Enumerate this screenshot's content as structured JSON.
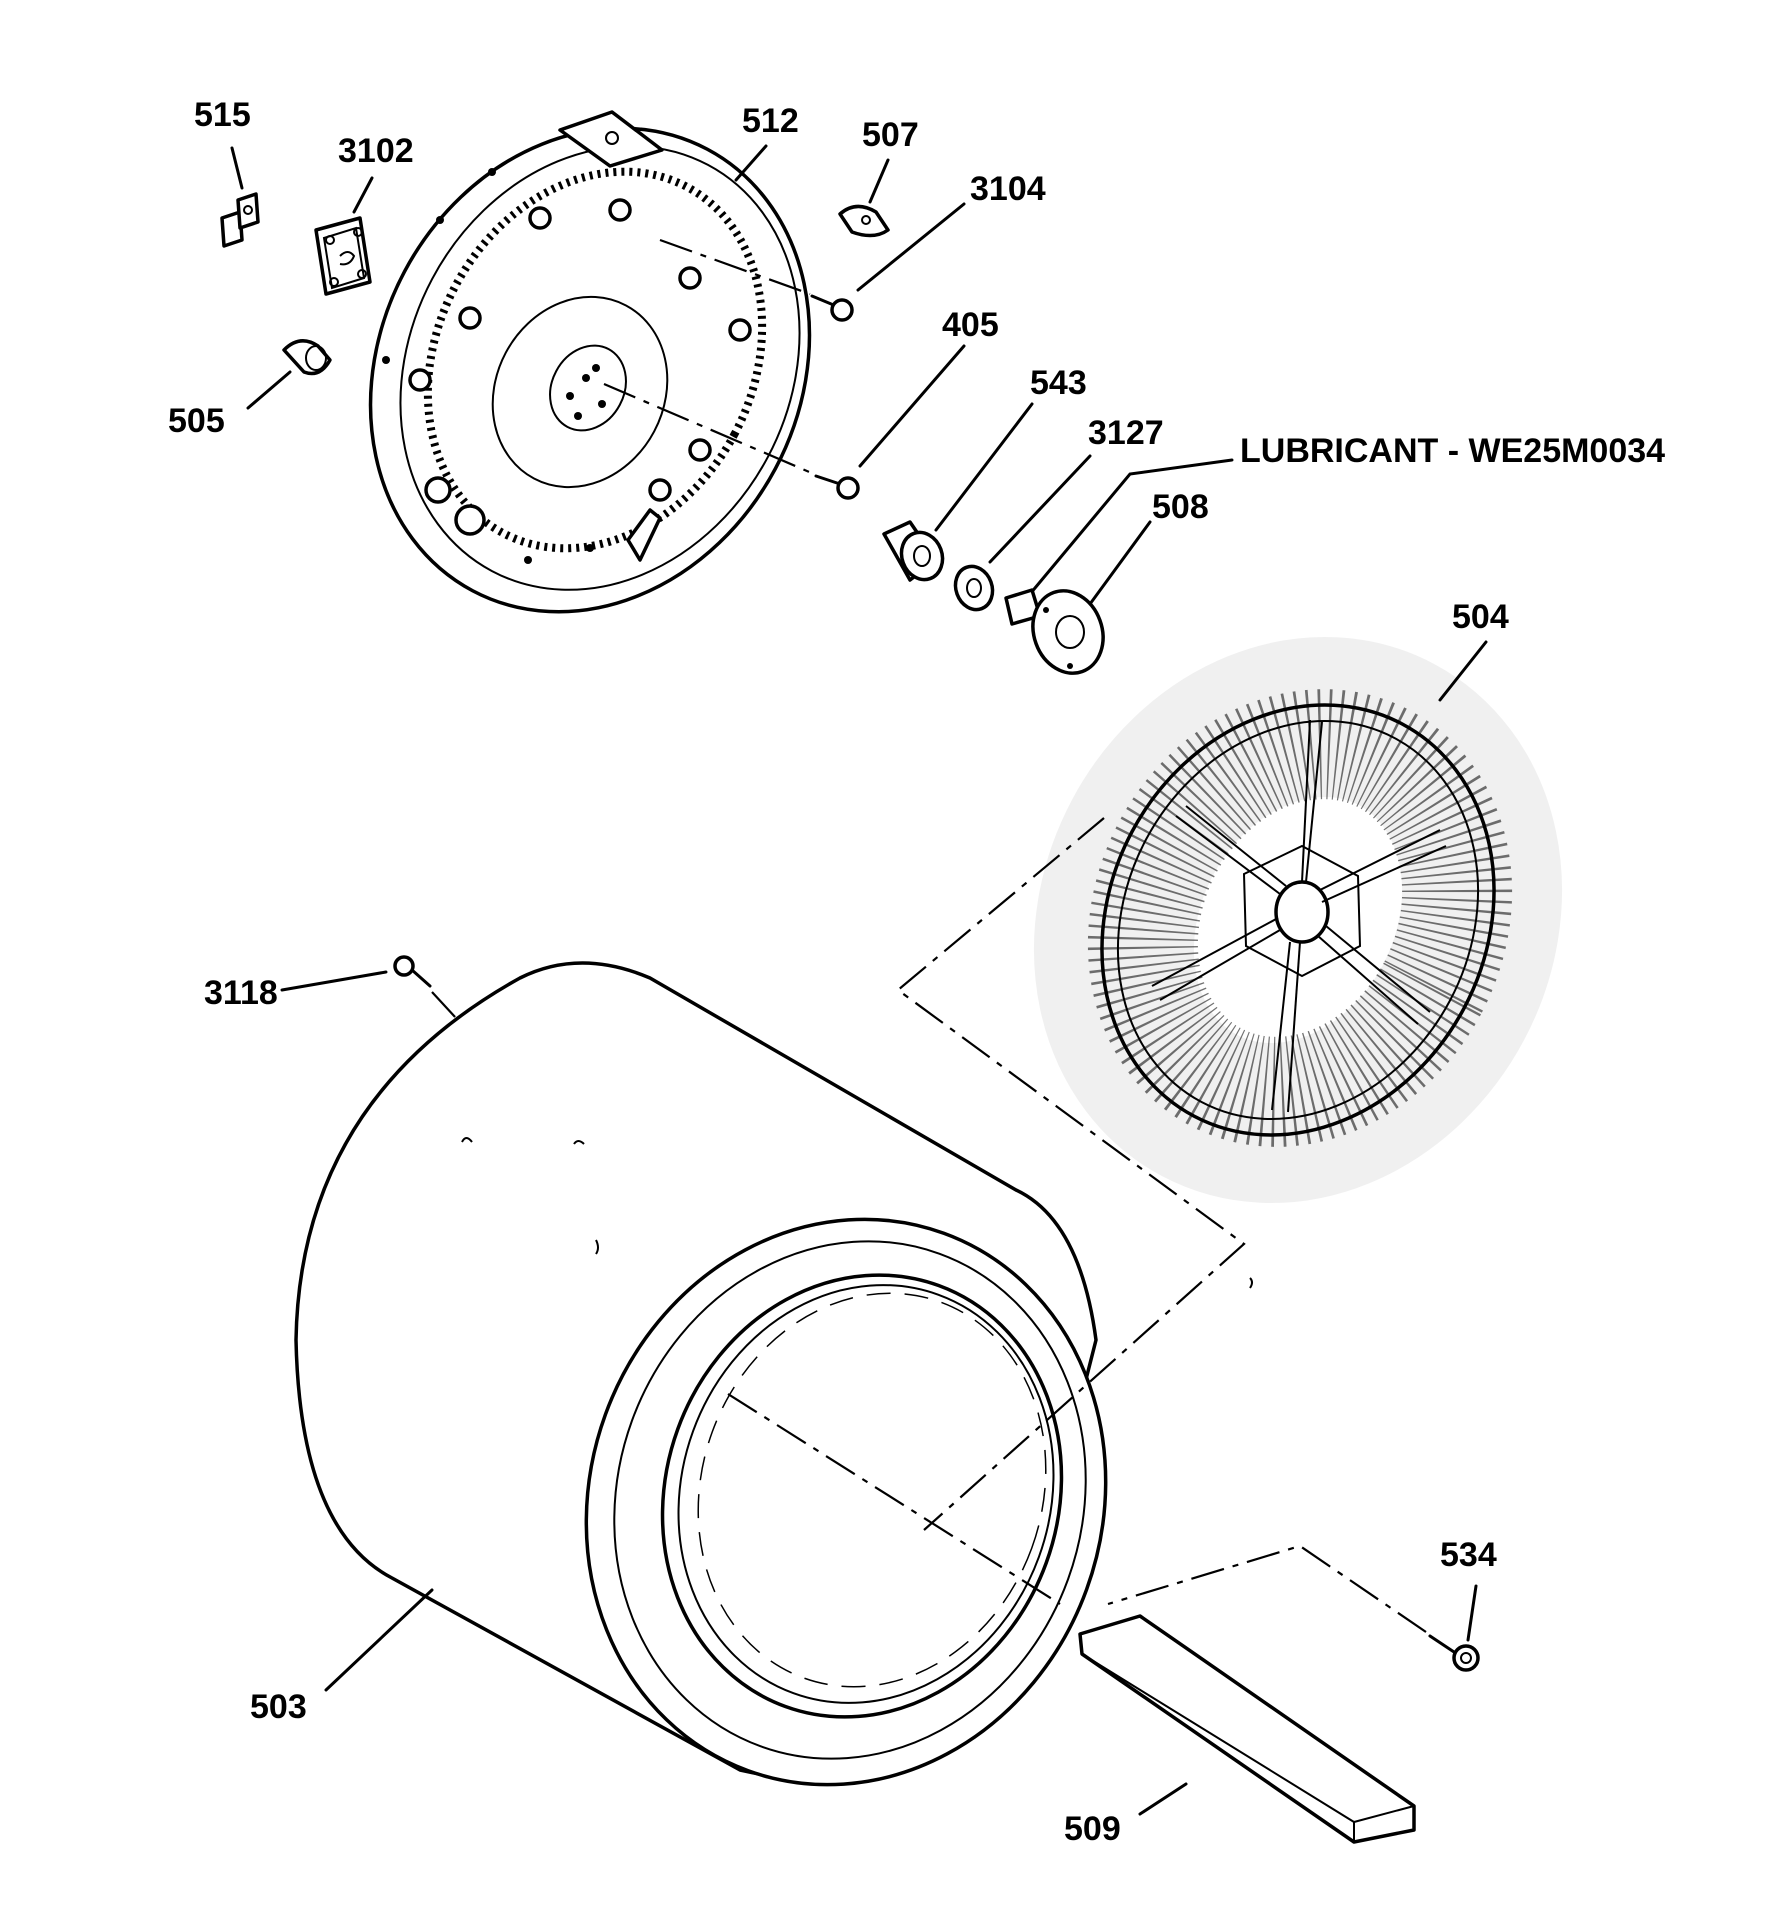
{
  "diagram": {
    "callouts": {
      "p515": "515",
      "p3102": "3102",
      "p512": "512",
      "p507": "507",
      "p3104": "3104",
      "p405": "405",
      "p505": "505",
      "p543": "543",
      "p3127": "3127",
      "p508": "508",
      "p504": "504",
      "p3118": "3118",
      "p503": "503",
      "p534": "534",
      "p509": "509"
    },
    "lubricant_note": "LUBRICANT - WE25M0034"
  }
}
